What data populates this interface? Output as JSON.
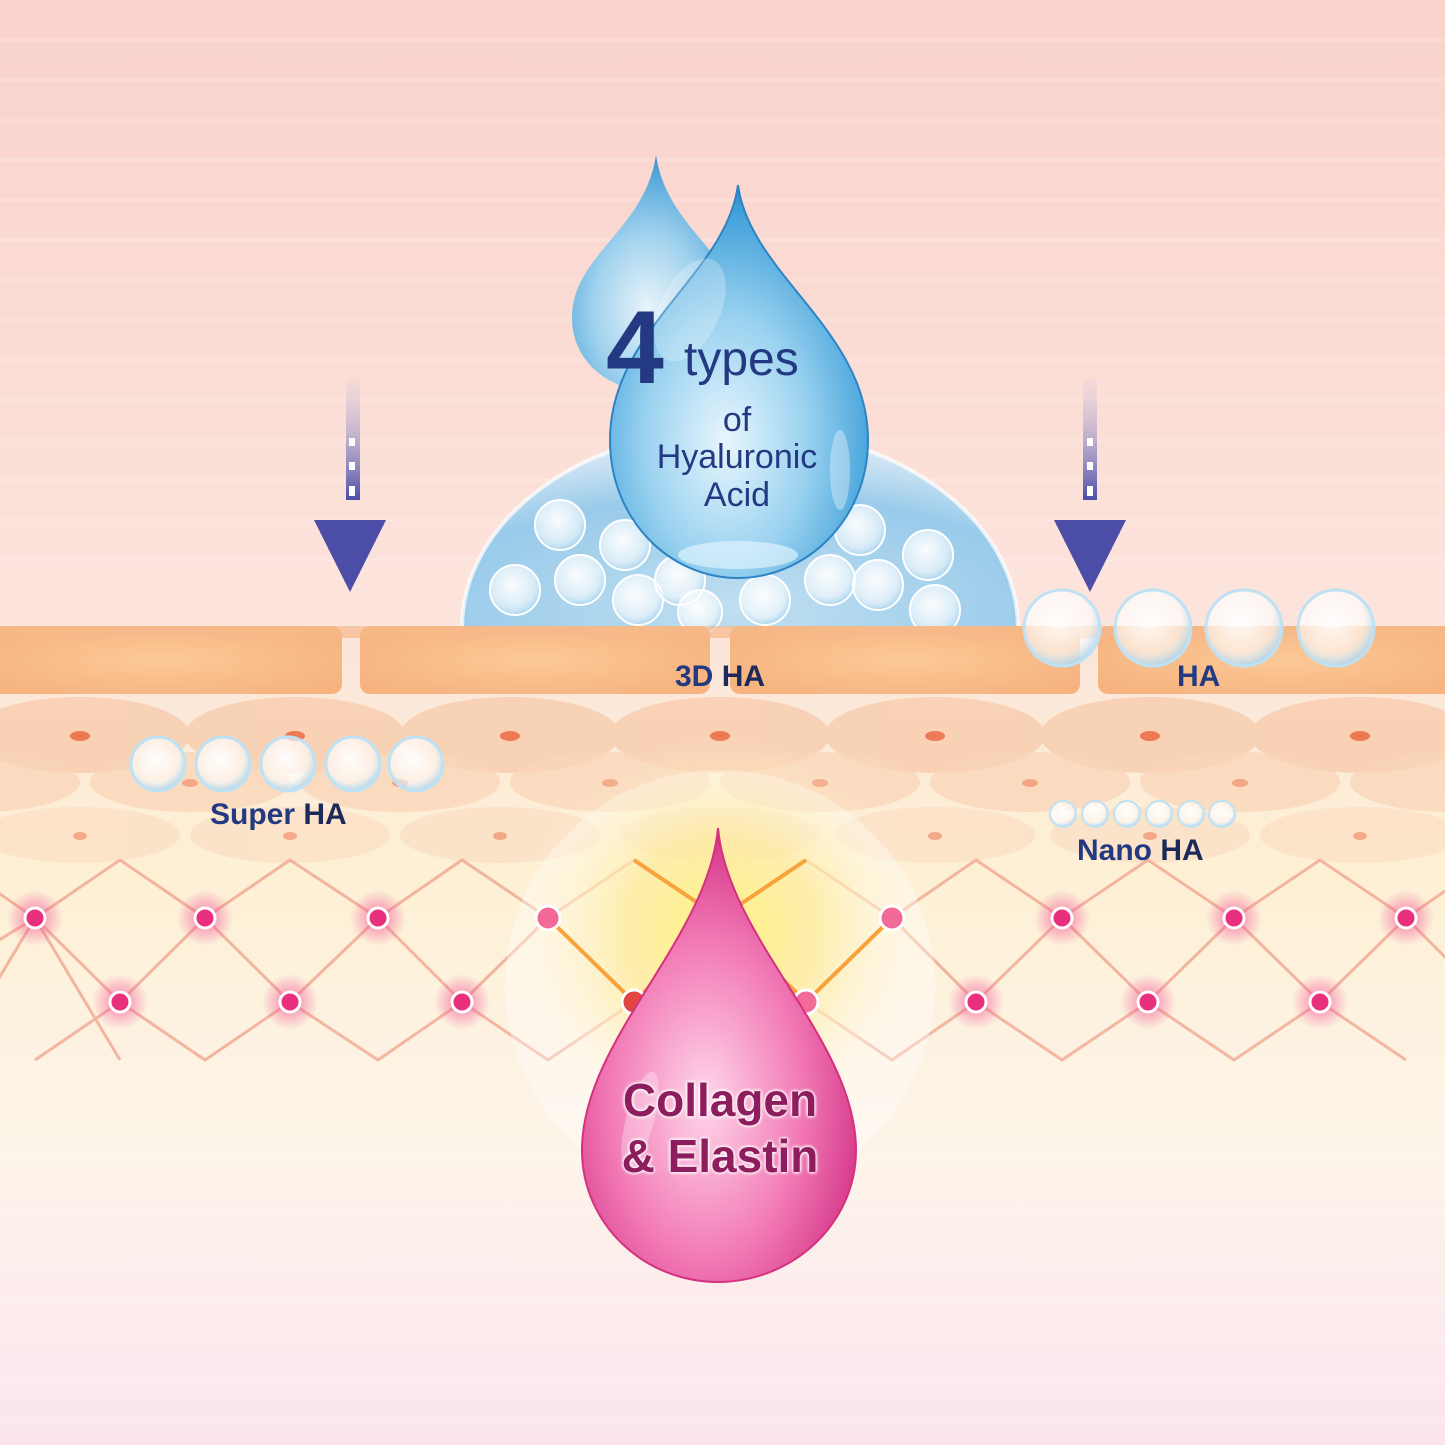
{
  "hyaluronic_drop": {
    "number": "4",
    "word": "types",
    "of": "of",
    "name_line1": "Hyaluronic",
    "name_line2": "Acid"
  },
  "labels": {
    "super": "Super",
    "super_ha": "HA",
    "three_d": "3D",
    "three_d_ha": "HA",
    "ha": "HA",
    "nano": "Nano",
    "nano_ha": "HA"
  },
  "collagen_drop": {
    "line1": "Collagen",
    "line2": "& Elastin"
  },
  "colors": {
    "background_top": "#f9d2cb",
    "background_bottom": "#fbe7ef",
    "epidermis": "#f8c08d",
    "cell": "#f8cfb0",
    "nucleus": "#ee7a55",
    "arrow": "#4b4da6",
    "ha_drop": "#3fa4d9",
    "collagen_drop": "#e23a8f",
    "label_blue": "#233a82",
    "node": "#e8307d"
  },
  "icons": [
    "down-arrow-icon",
    "ha-water-drop-icon",
    "collagen-drop-icon",
    "ha-sphere-icon",
    "collagen-node-icon"
  ]
}
